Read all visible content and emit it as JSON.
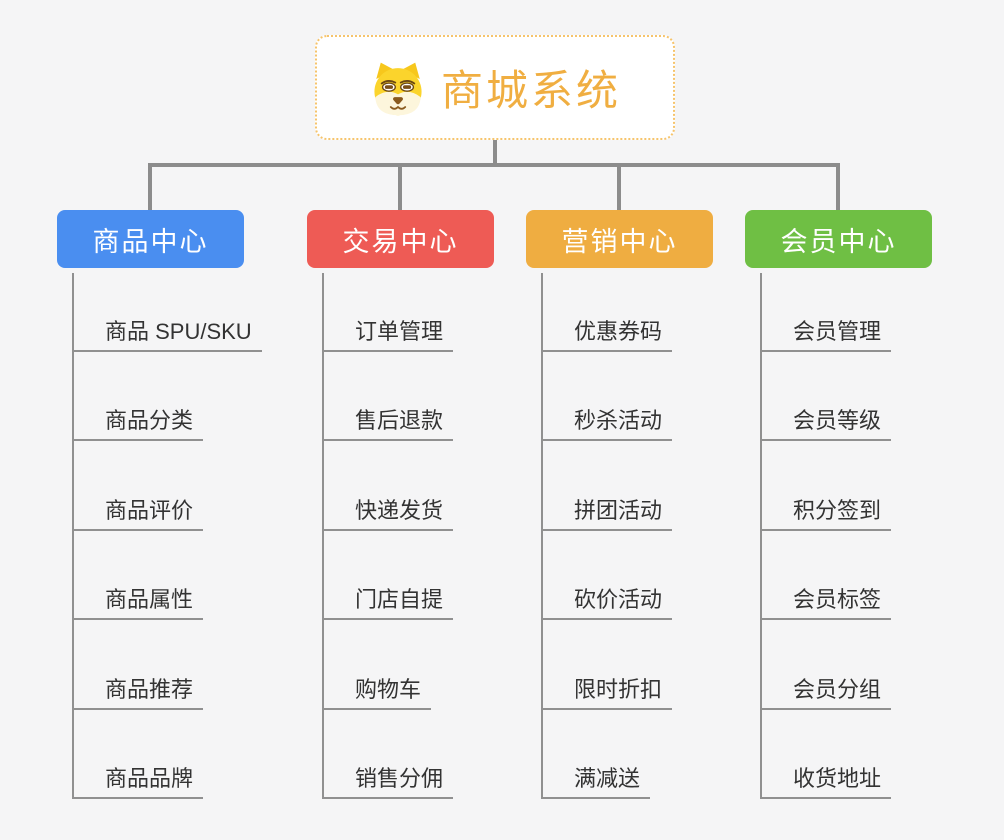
{
  "canvas": {
    "background": "#f5f5f6",
    "connector_color": "#8c8c8c"
  },
  "root": {
    "label": "商城系统",
    "icon": "dog-face-icon",
    "text_color": "#f0ae41",
    "border_color": "#f6c46c"
  },
  "branches": [
    {
      "label": "商品中心",
      "color": "#4a8ef0",
      "children": [
        "商品 SPU/SKU",
        "商品分类",
        "商品评价",
        "商品属性",
        "商品推荐",
        "商品品牌"
      ]
    },
    {
      "label": "交易中心",
      "color": "#ee5b55",
      "children": [
        "订单管理",
        "售后退款",
        "快递发货",
        "门店自提",
        "购物车",
        "销售分佣"
      ]
    },
    {
      "label": "营销中心",
      "color": "#efad41",
      "children": [
        "优惠券码",
        "秒杀活动",
        "拼团活动",
        "砍价活动",
        "限时折扣",
        "满减送"
      ]
    },
    {
      "label": "会员中心",
      "color": "#6fbf44",
      "children": [
        "会员管理",
        "会员等级",
        "积分签到",
        "会员标签",
        "会员分组",
        "收货地址"
      ]
    }
  ]
}
